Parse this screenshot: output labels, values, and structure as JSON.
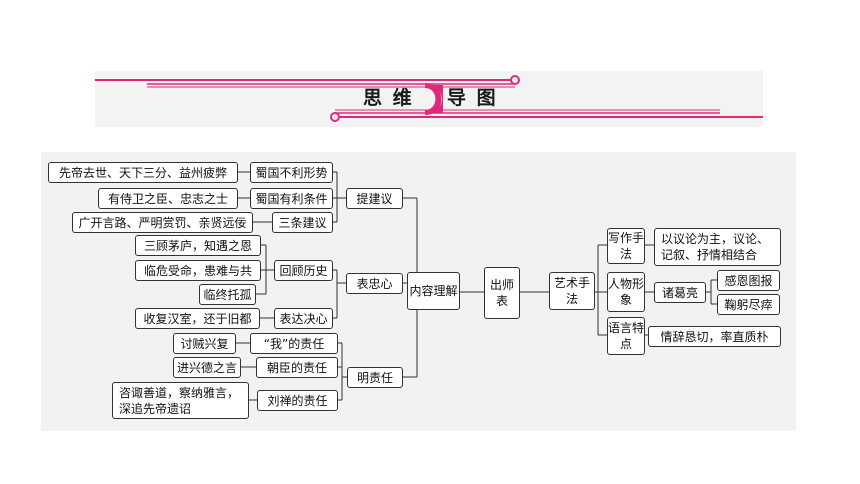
{
  "header": {
    "title_part1": "思 维",
    "title_part2": "导 图",
    "accent_color": "#e0287d"
  },
  "mindmap": {
    "center": "出师表",
    "content_root": "内容理解",
    "art_root": "艺术手法",
    "tijianyi": {
      "label": "提建议",
      "items": [
        {
          "label": "蜀国不利形势",
          "detail": "先帝去世、天下三分、益州疲弊"
        },
        {
          "label": "蜀国有利条件",
          "detail": "有侍卫之臣、忠志之士"
        },
        {
          "label": "三条建议",
          "detail": "广开言路、严明赏罚、亲贤远佞"
        }
      ]
    },
    "biaozhongxin": {
      "label": "表忠心",
      "huigu": {
        "label": "回顾历史",
        "details": [
          "三顾茅庐，知遇之恩",
          "临危受命，患难与共",
          "临终托孤"
        ]
      },
      "biaoda": {
        "label": "表达决心",
        "detail": "收复汉室，还于旧都"
      }
    },
    "mingzeren": {
      "label": "明责任",
      "items": [
        {
          "label": "“我”的责任",
          "detail": "讨贼兴复"
        },
        {
          "label": "朝臣的责任",
          "detail": "进兴德之言"
        },
        {
          "label": "刘禅的责任",
          "detail": "咨诹善道，察纳雅言，深追先帝遗诏"
        }
      ]
    },
    "art": [
      {
        "label": "写作手法",
        "detail": "以议论为主，议论、记叙、抒情相结合"
      },
      {
        "label": "人物形象",
        "detail": "诸葛亮",
        "traits": [
          "感恩图报",
          "鞠躬尽瘁"
        ]
      },
      {
        "label": "语言特点",
        "detail": "情辞恳切，率直质朴"
      }
    ]
  }
}
